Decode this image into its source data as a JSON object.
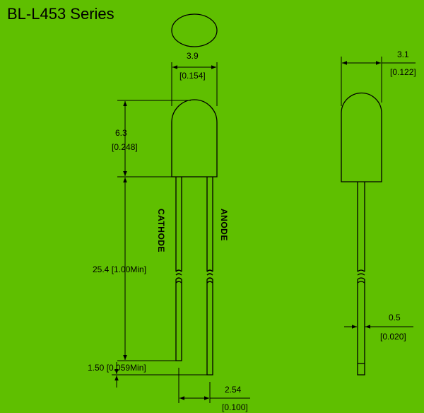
{
  "title": "BL-L453 Series",
  "front_view": {
    "width": {
      "mm": "3.9",
      "inch": "[0.154]"
    },
    "lens_height": {
      "mm": "6.3",
      "inch": "[0.248]"
    },
    "lead_length": "25.4 [1.00Min]",
    "standoff": "1.50 [0.059Min]",
    "lead_spacing": {
      "mm": "2.54",
      "inch": "[0.100]"
    },
    "cathode_label": "CATHODE",
    "anode_label": "ANODE"
  },
  "side_view": {
    "width": {
      "mm": "3.1",
      "inch": "[0.122]"
    },
    "lead_width": {
      "mm": "0.5",
      "inch": "[0.020]"
    }
  },
  "colors": {
    "background": "#5fbf00",
    "lines": "#000000"
  }
}
